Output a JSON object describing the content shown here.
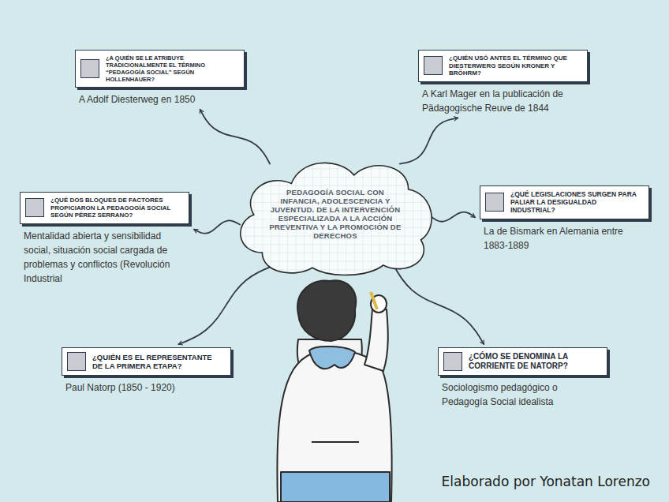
{
  "diagram": {
    "nodes": [
      {
        "text": [
          "PEDAGOGÍA SOCIAL CON INFANCIA, ADOLESCENCIA Y JUVENTUD. DE LA INTERVENCIÓN ESPECIALIZADA A LA ACCIÓN PREVENTIVA Y LA PROMOCIÓN DE DERECHOS"
        ]
      },
      {
        "text": [
          "¿A QUIÉN SE LE ATRIBUYE TRADICIONALMENTE EL TÉRMINO “PEDAGOGÍA SOCIAL” SEGÚN HOLLENHAUER?",
          "A Adolf Diesterweg en 1850"
        ]
      },
      {
        "text": [
          "¿QUIÉN USÓ ANTES EL TÉRMINO QUE DIESTERWERG SEGÚN KRONER Y BRÖHRM?",
          "A Karl Mager en la publicación de Pädagogische Reuve de 1844"
        ]
      },
      {
        "text": [
          "¿QUÉ DOS BLOQUES DE FACTORES PROPICIARON LA PEDAGOGÍA SOCIAL SEGÚN PÉREZ SERRANO?",
          "Mentalidad abierta y sensibilidad social, situación social cargada de problemas y conflictos (Revolución Industrial"
        ]
      },
      {
        "text": [
          "¿QUÉ LEGISLACIONES SURGEN PARA PALIAR LA DESIGUALDAD INDUSTRIAL?",
          "La de Bismark en Alemania entre 1883-1889"
        ]
      },
      {
        "text": [
          "¿QUIÉN ES EL REPRESENTANTE DE LA PRIMERA ETAPA?",
          "Paul Natorp (1850 - 1920)"
        ]
      },
      {
        "text": [
          "¿CÓMO SE DENOMINA LA CORRIENTE DE NATORP?",
          "Sociologismo pedagógico o Pedagogía Social idealista"
        ]
      }
    ],
    "edges": [
      {
        "from": 0,
        "to": 1,
        "arrow": "to"
      },
      {
        "from": 0,
        "to": 2,
        "arrow": "to"
      },
      {
        "from": 0,
        "to": 3,
        "arrow": "to"
      },
      {
        "from": 0,
        "to": 4,
        "arrow": "to"
      },
      {
        "from": 0,
        "to": 5,
        "arrow": "to"
      },
      {
        "from": 0,
        "to": 6,
        "arrow": "to"
      }
    ],
    "labels": [
      "Elaborado por Yonatan Lorenzo"
    ]
  }
}
